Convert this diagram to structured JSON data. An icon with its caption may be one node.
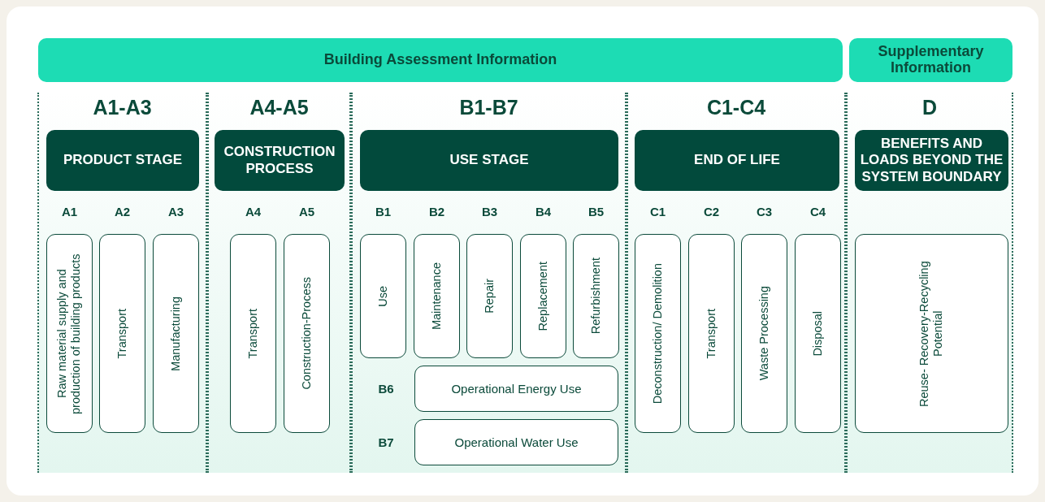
{
  "diagram": {
    "nodes": [
      {
        "text": [
          "Building Assessment Information"
        ]
      },
      {
        "text": [
          "Supplementary Information"
        ]
      },
      {
        "text": [
          "A1-A3"
        ]
      },
      {
        "text": [
          "PRODUCT STAGE"
        ],
        "in": 2
      },
      {
        "text": [
          "Raw material supply and production of building products"
        ],
        "in": 2,
        "beside": [
          "A1"
        ]
      },
      {
        "text": [
          "Transport"
        ],
        "in": 2,
        "beside": [
          "A2"
        ]
      },
      {
        "text": [
          "Manufacturing"
        ],
        "in": 2,
        "beside": [
          "A3"
        ]
      },
      {
        "text": [
          "A4-A5"
        ]
      },
      {
        "text": [
          "CONSTRUCTION PROCESS"
        ],
        "in": 7
      },
      {
        "text": [
          "Transport"
        ],
        "in": 7,
        "beside": [
          "A4"
        ]
      },
      {
        "text": [
          "Construction-Process"
        ],
        "in": 7,
        "beside": [
          "A5"
        ]
      },
      {
        "text": [
          "B1-B7"
        ]
      },
      {
        "text": [
          "USE STAGE"
        ],
        "in": 11
      },
      {
        "text": [
          "Use"
        ],
        "in": 11,
        "beside": [
          "B1"
        ]
      },
      {
        "text": [
          "Maintenance"
        ],
        "in": 11,
        "beside": [
          "B2"
        ]
      },
      {
        "text": [
          "Repair"
        ],
        "in": 11,
        "beside": [
          "B3"
        ]
      },
      {
        "text": [
          "Replacement"
        ],
        "in": 11,
        "beside": [
          "B4"
        ]
      },
      {
        "text": [
          "Refurbishment"
        ],
        "in": 11,
        "beside": [
          "B5"
        ]
      },
      {
        "text": [
          "Operational Energy Use"
        ],
        "in": 11,
        "beside": [
          "B6"
        ]
      },
      {
        "text": [
          "Operational Water Use"
        ],
        "in": 11,
        "beside": [
          "B7"
        ]
      },
      {
        "text": [
          "C1-C4"
        ]
      },
      {
        "text": [
          "END OF LIFE"
        ],
        "in": 20
      },
      {
        "text": [
          "Deconstruction/ Demolition"
        ],
        "in": 20,
        "beside": [
          "C1"
        ]
      },
      {
        "text": [
          "Transport"
        ],
        "in": 20,
        "beside": [
          "C2"
        ]
      },
      {
        "text": [
          "Waste Processing"
        ],
        "in": 20,
        "beside": [
          "C3"
        ]
      },
      {
        "text": [
          "Disposal"
        ],
        "in": 20,
        "beside": [
          "C4"
        ]
      },
      {
        "text": [
          "D"
        ]
      },
      {
        "text": [
          "BENEFITS AND LOADS BEYOND THE SYSTEM BOUNDARY"
        ],
        "in": 26
      },
      {
        "text": [
          "Reuse- Recovery-Recycling Potential"
        ],
        "in": 26
      }
    ],
    "edges": []
  }
}
